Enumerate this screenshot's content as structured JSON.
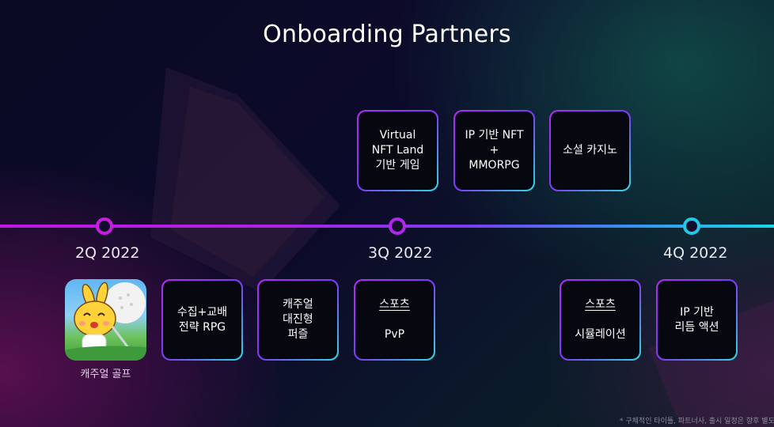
{
  "title": "Onboarding Partners",
  "quarters": [
    "2Q 2022",
    "3Q 2022",
    "4Q 2022"
  ],
  "upper_cards": [
    "Virtual\nNFT Land\n기반 게임",
    "IP 기반 NFT\n+\nMMORPG",
    "소셜 카지노"
  ],
  "game": {
    "caption": "캐주얼 골프"
  },
  "lower_cards": {
    "c1": "수집+교배\n전략 RPG",
    "c2": "캐주얼\n대진형\n퍼즐",
    "c3_title": "스포츠",
    "c3_sub": "PvP",
    "c4_title": "스포츠",
    "c4_sub": "시뮬레이션",
    "c5": "IP 기반\n리듬 액션"
  },
  "footnote": "* 구체적인 타이틀, 파트너사, 출시 일정은 향후 별도 공",
  "colors": {
    "magenta": "#b02cf0",
    "cyan": "#30d8e0",
    "timeline_start": "#c018e0",
    "timeline_end": "#18d8e8"
  }
}
